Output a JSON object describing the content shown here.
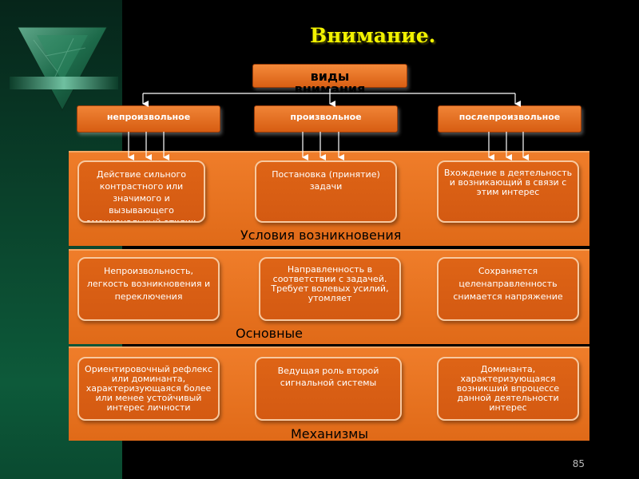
{
  "slide": {
    "title": "Внимание.",
    "page_number": "85"
  },
  "top_box": {
    "label": "виды\nвнимания"
  },
  "types": [
    {
      "label": "непроизвольное"
    },
    {
      "label": "произвольное"
    },
    {
      "label": "послепроизвольное"
    }
  ],
  "bands": [
    {
      "label": "Условия возникновения",
      "cards": [
        {
          "text": "Действие сильного контрастного или значимого и вызывающего эмоциональный отклик раздражителя"
        },
        {
          "text": "Постановка (принятие) задачи"
        },
        {
          "text": "Вхождение в деятельность и возникающий в связи с этим интерес"
        }
      ]
    },
    {
      "label": "Основные\nхарактеристики",
      "cards": [
        {
          "text": "Непроизвольность, легкость возникновения и переключения"
        },
        {
          "text": "Направленность в соответствии с задачей. Требует волевых усилий, утомляет"
        },
        {
          "text": "Сохраняется целенаправленность снимается напряжение"
        }
      ]
    },
    {
      "label": "Механизмы",
      "cards": [
        {
          "text": "Ориентировочный рефлекс или доминанта, характеризующаяся более или менее устойчивый интерес личности"
        },
        {
          "text": "Ведущая роль второй сигнальной системы"
        },
        {
          "text": "Доминанта, характеризующаяся возникший впроцессе данной деятельности интерес"
        }
      ]
    }
  ],
  "colors": {
    "title": "#f2f200",
    "band": "#e8721f",
    "card_border": "#f8c9a0",
    "background": "#000000",
    "left_panel": "#0b4a30"
  }
}
